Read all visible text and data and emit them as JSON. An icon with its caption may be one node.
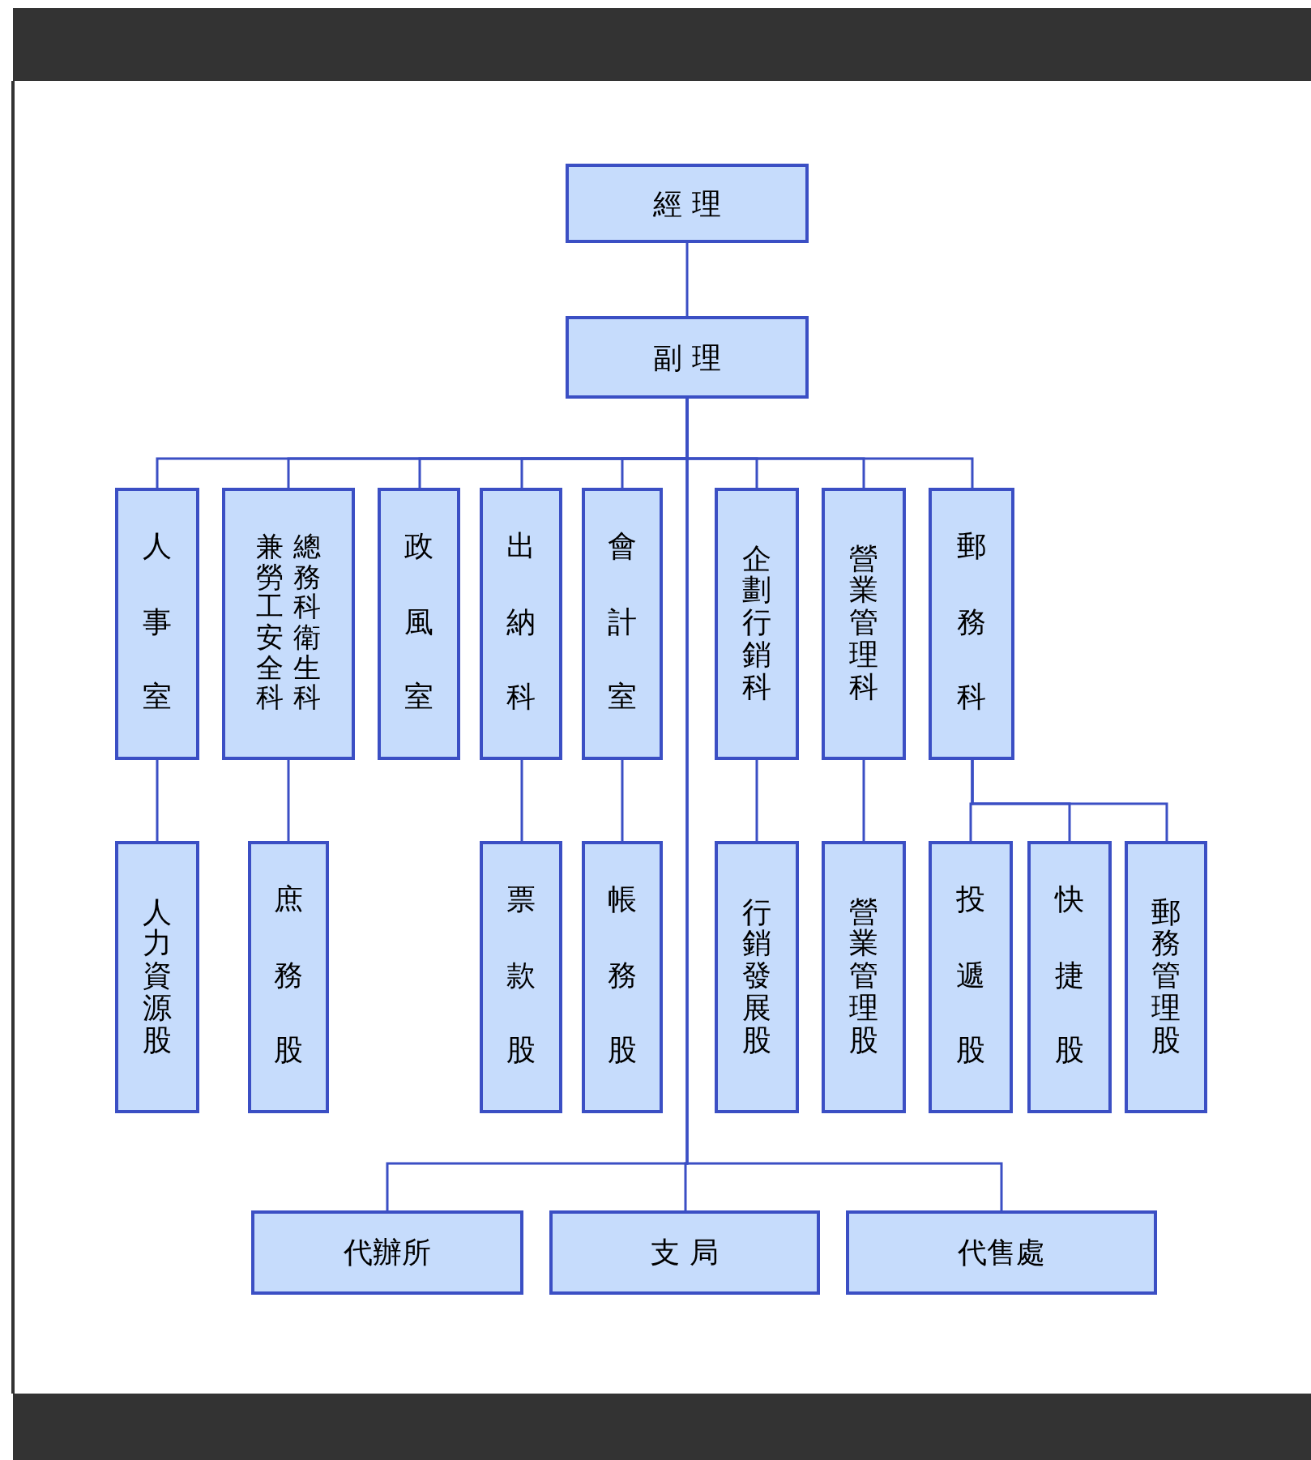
{
  "diagram": {
    "nodes": [
      {
        "text": [
          "經 理"
        ]
      },
      {
        "text": [
          "副 理"
        ]
      },
      {
        "text": [
          "人事室"
        ]
      },
      {
        "text": [
          "兼勞工安全科",
          "總務科衛生科"
        ]
      },
      {
        "text": [
          "政風室"
        ]
      },
      {
        "text": [
          "出納科"
        ]
      },
      {
        "text": [
          "會計室"
        ]
      },
      {
        "text": [
          "企劃行銷科"
        ]
      },
      {
        "text": [
          "營業管理科"
        ]
      },
      {
        "text": [
          "郵務科"
        ]
      },
      {
        "text": [
          "人力資源股"
        ]
      },
      {
        "text": [
          "庶務股"
        ]
      },
      {
        "text": [
          "票款股"
        ]
      },
      {
        "text": [
          "帳務股"
        ]
      },
      {
        "text": [
          "行銷發展股"
        ]
      },
      {
        "text": [
          "營業管理股"
        ]
      },
      {
        "text": [
          "投遞股"
        ]
      },
      {
        "text": [
          "快捷股"
        ]
      },
      {
        "text": [
          "郵務管理股"
        ]
      },
      {
        "text": [
          "代辦所"
        ]
      },
      {
        "text": [
          "支 局"
        ]
      },
      {
        "text": [
          "代售處"
        ]
      }
    ],
    "edges": [
      {
        "from": 0,
        "to": 1,
        "arrow": "none"
      },
      {
        "from": 1,
        "to": 2,
        "arrow": "none"
      },
      {
        "from": 1,
        "to": 3,
        "arrow": "none"
      },
      {
        "from": 1,
        "to": 4,
        "arrow": "none"
      },
      {
        "from": 1,
        "to": 5,
        "arrow": "none"
      },
      {
        "from": 1,
        "to": 6,
        "arrow": "none"
      },
      {
        "from": 1,
        "to": 7,
        "arrow": "none"
      },
      {
        "from": 1,
        "to": 8,
        "arrow": "none"
      },
      {
        "from": 1,
        "to": 9,
        "arrow": "none"
      },
      {
        "from": 2,
        "to": 10,
        "arrow": "none"
      },
      {
        "from": 3,
        "to": 11,
        "arrow": "none"
      },
      {
        "from": 5,
        "to": 12,
        "arrow": "none"
      },
      {
        "from": 6,
        "to": 13,
        "arrow": "none"
      },
      {
        "from": 7,
        "to": 14,
        "arrow": "none"
      },
      {
        "from": 8,
        "to": 15,
        "arrow": "none"
      },
      {
        "from": 9,
        "to": 16,
        "arrow": "none"
      },
      {
        "from": 9,
        "to": 17,
        "arrow": "none"
      },
      {
        "from": 9,
        "to": 18,
        "arrow": "none"
      },
      {
        "from": 1,
        "to": 19,
        "arrow": "none"
      },
      {
        "from": 1,
        "to": 20,
        "arrow": "none"
      },
      {
        "from": 1,
        "to": 21,
        "arrow": "none"
      }
    ]
  }
}
